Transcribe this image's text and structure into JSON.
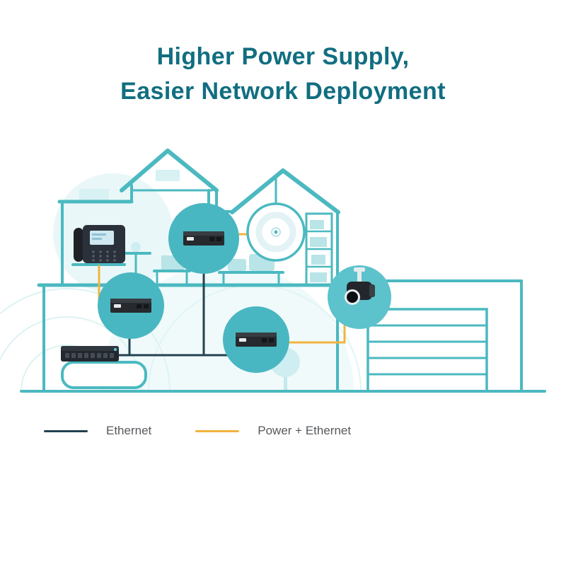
{
  "title": {
    "line1": "Higher Power Supply,",
    "line2": "Easier Network Deployment"
  },
  "legend": {
    "items": [
      {
        "id": "ethernet",
        "label": "Ethernet",
        "color": "#24424f"
      },
      {
        "id": "power-ethernet",
        "label": "Power + Ethernet",
        "color": "#f2b43e"
      }
    ]
  },
  "palette": {
    "title_text": "#116e80",
    "house_line": "#4bb9c0",
    "highlight_circle_fill": "#49b7c1",
    "camera_circle_fill": "#5cc2cb",
    "light_wash": "#e9f7f8",
    "ethernet_line": "#24424f",
    "power_ethernet_line": "#f2b43e",
    "device_body": "#26292e"
  },
  "illustration": {
    "scene": "two-story house with attached garage showing PoE network deployment",
    "devices": [
      {
        "icon": "ip-phone-icon"
      },
      {
        "icon": "poe-injector-icon",
        "instance": "upper-floor"
      },
      {
        "icon": "ceiling-access-point-icon"
      },
      {
        "icon": "equipment-rack-icon"
      },
      {
        "icon": "poe-injector-icon",
        "instance": "left"
      },
      {
        "icon": "poe-injector-icon",
        "instance": "center"
      },
      {
        "icon": "ptz-camera-icon"
      },
      {
        "icon": "ethernet-switch-icon"
      }
    ]
  }
}
